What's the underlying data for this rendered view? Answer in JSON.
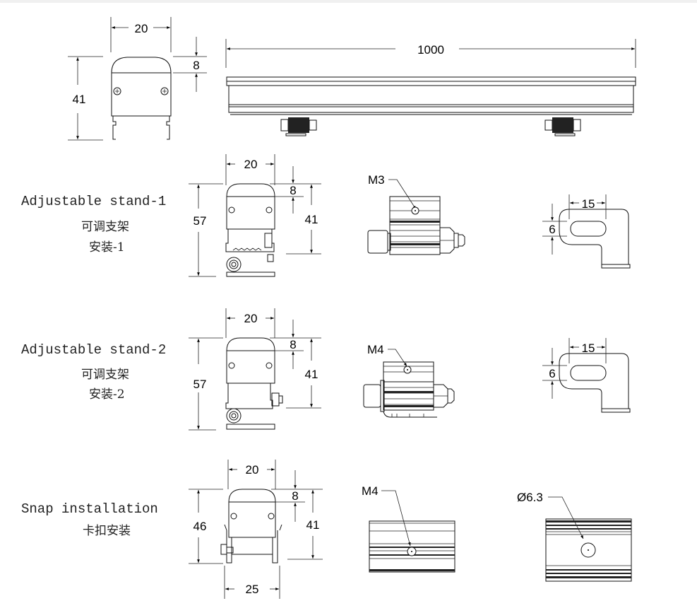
{
  "title_view": {
    "width_dim": "20",
    "cap_dim": "8",
    "height_dim": "41"
  },
  "side_view": {
    "length_dim": "1000"
  },
  "sections": [
    {
      "name_en": "Adjustable stand-1",
      "name_cn": "可调支架",
      "name_cn2": "安装-1",
      "width_dim": "20",
      "cap_dim": "8",
      "body_dim": "41",
      "total_dim": "57",
      "screw_label": "M3",
      "bracket_width_dim": "15",
      "bracket_slot_dim": "6"
    },
    {
      "name_en": "Adjustable stand-2",
      "name_cn": "可调支架",
      "name_cn2": "安装-2",
      "width_dim": "20",
      "cap_dim": "8",
      "body_dim": "41",
      "total_dim": "57",
      "screw_label": "M4",
      "bracket_width_dim": "15",
      "bracket_slot_dim": "6"
    },
    {
      "name_en": "Snap installation",
      "name_cn": "卡扣安装",
      "width_dim": "20",
      "cap_dim": "8",
      "body_dim": "41",
      "total_dim": "46",
      "base_dim": "25",
      "screw_label": "M4",
      "hole_label": "Ø6.3"
    }
  ]
}
